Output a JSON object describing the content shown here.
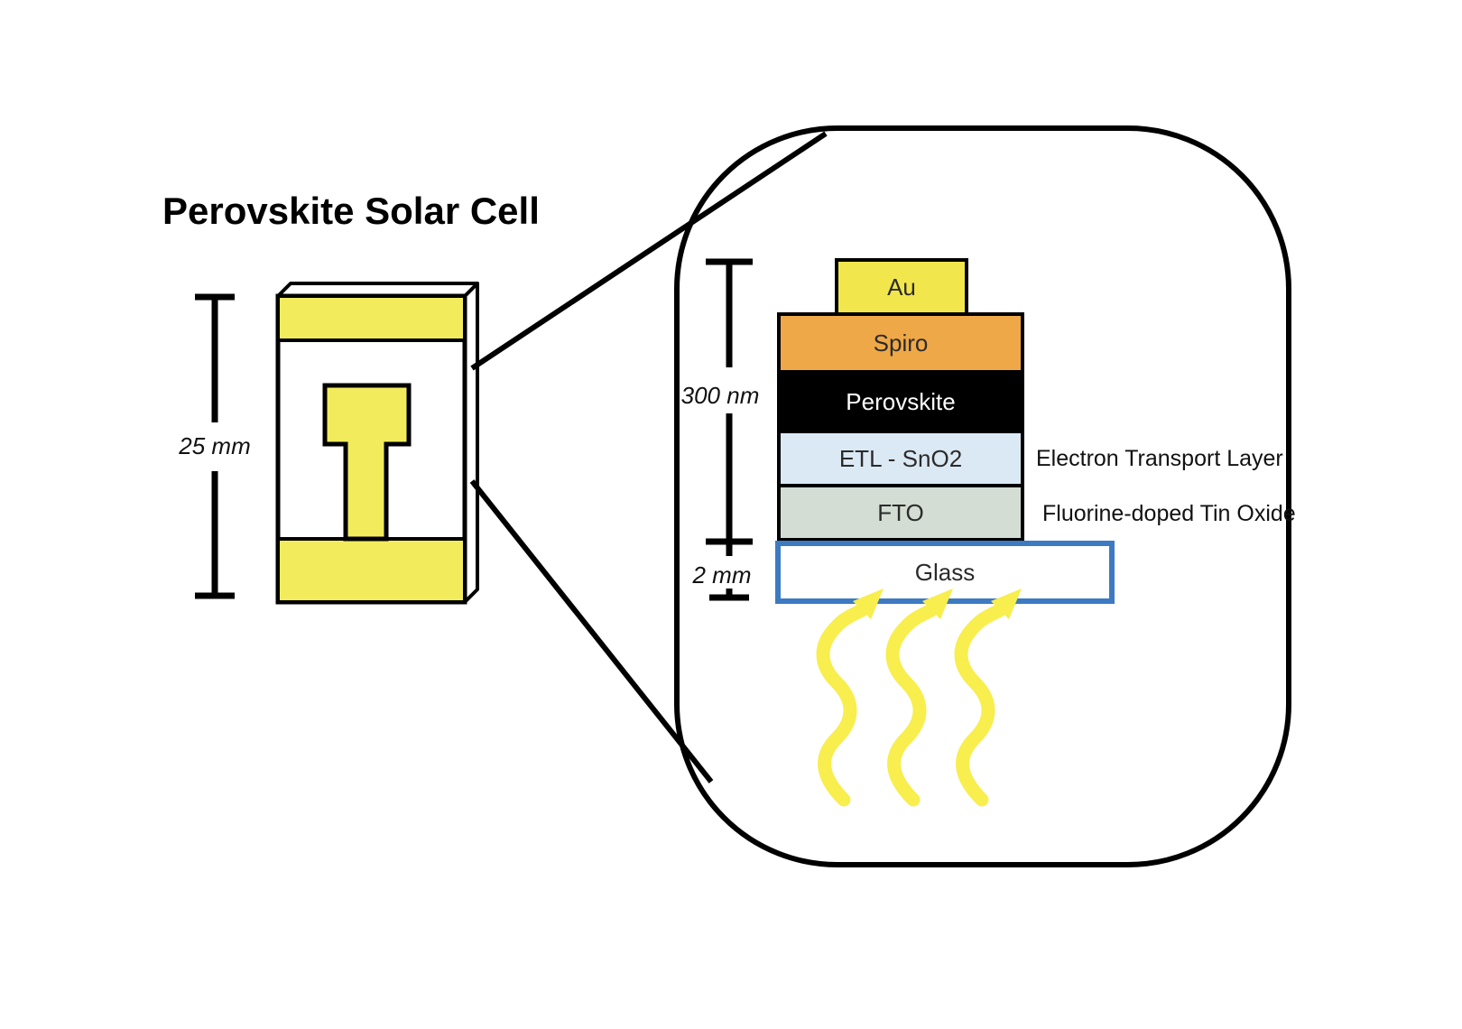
{
  "title": "Perovskite Solar Cell",
  "colors": {
    "outline": "#000000",
    "cell_yellow": "#F2EC5C",
    "au_yellow": "#F2E64D",
    "spiro_orange": "#EFA847",
    "perovskite_black": "#000000",
    "etl_blue": "#DBE9F4",
    "fto_green": "#D4DDD4",
    "glass_border_blue": "#3D7AC2",
    "light_arrow_yellow": "#F8EE4D"
  },
  "device": {
    "height_label": "25 mm"
  },
  "magnifier": {
    "stack_height_label": "300 nm",
    "glass_thickness_label": "2 mm",
    "layers": [
      {
        "label": "Au"
      },
      {
        "label": "Spiro"
      },
      {
        "label": "Perovskite"
      },
      {
        "label": "ETL - SnO2"
      },
      {
        "label": "FTO"
      },
      {
        "label": "Glass"
      }
    ],
    "annotations": [
      {
        "label": "Electron Transport Layer"
      },
      {
        "label": "Fluorine-doped Tin Oxide"
      }
    ]
  }
}
